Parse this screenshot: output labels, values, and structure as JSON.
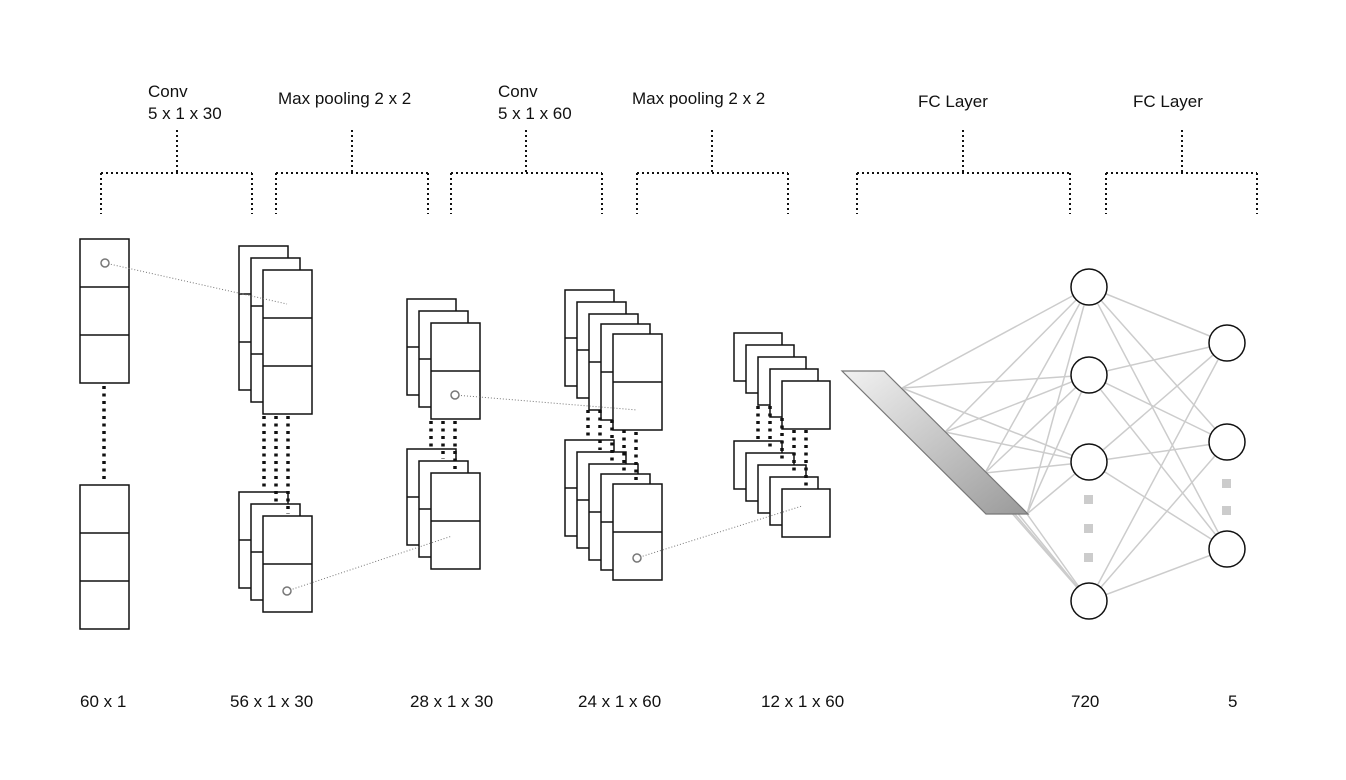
{
  "layer_labels": [
    {
      "line1": "Conv",
      "line2": "5 x 1 x 30"
    },
    {
      "line1": "Max pooling 2 x 2",
      "line2": ""
    },
    {
      "line1": "Conv",
      "line2": "5 x 1 x 60"
    },
    {
      "line1": "Max pooling  2 x 2",
      "line2": ""
    },
    {
      "line1": "FC Layer",
      "line2": ""
    },
    {
      "line1": "FC Layer",
      "line2": ""
    }
  ],
  "dimension_labels": [
    "60 x 1",
    "56 x 1 x 30",
    "28 x 1 x 30",
    "24 x 1 x 60",
    "12 x 1 x 60",
    "720",
    "5"
  ],
  "colors": {
    "stroke": "#111111",
    "edge": "#cccccc",
    "connector": "#777777",
    "flatten_dark": "#9a9a9a",
    "flatten_light": "#f2f2f2"
  }
}
